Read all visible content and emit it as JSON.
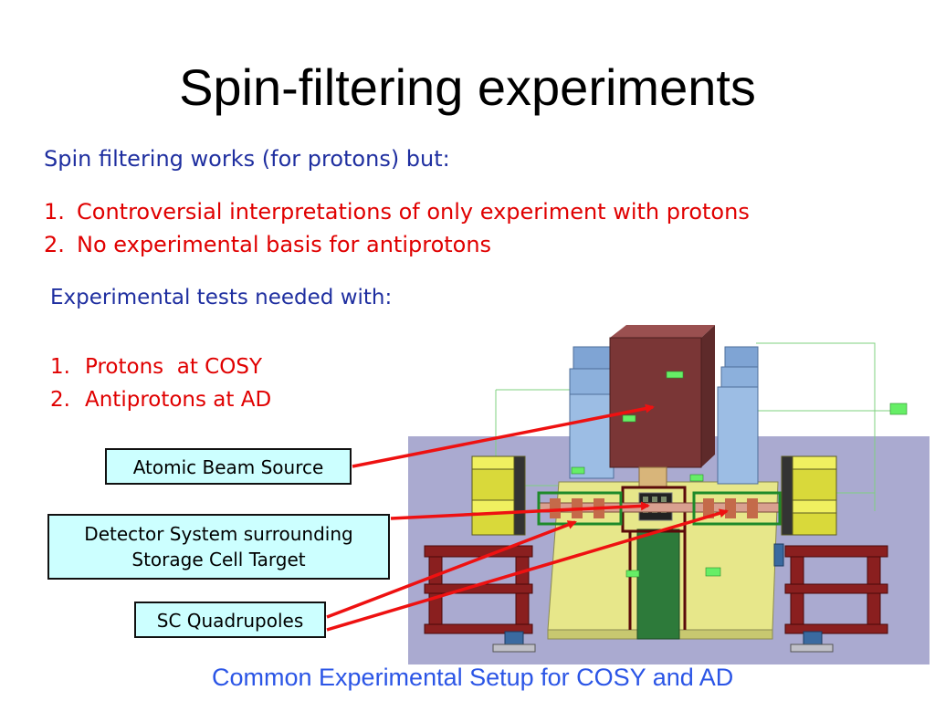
{
  "slide": {
    "title": "Spin-filtering experiments",
    "intro": "Spin filtering works (for protons) but:",
    "problems": [
      {
        "num": "1.",
        "text": "Controversial interpretations of only experiment with protons"
      },
      {
        "num": "2.",
        "text": "No experimental basis for antiprotons"
      }
    ],
    "tests_intro": "Experimental tests needed with:",
    "tests": [
      {
        "num": "1.",
        "text": "Protons  at COSY"
      },
      {
        "num": "2.",
        "text": "Antiprotons at AD"
      }
    ],
    "callouts": {
      "atomic_beam_source": "Atomic Beam Source",
      "detector_line1": "Detector System surrounding",
      "detector_line2": "Storage Cell Target",
      "sc_quadrupoles": "SC Quadrupoles"
    },
    "caption": "Common Experimental Setup for COSY and AD"
  },
  "colors": {
    "title_text": "#000000",
    "blue_text": "#1f2fa0",
    "red_text": "#e00000",
    "caption_text": "#2b55e6",
    "callout_fill": "#ccffff",
    "arrow": "#ee1111"
  }
}
